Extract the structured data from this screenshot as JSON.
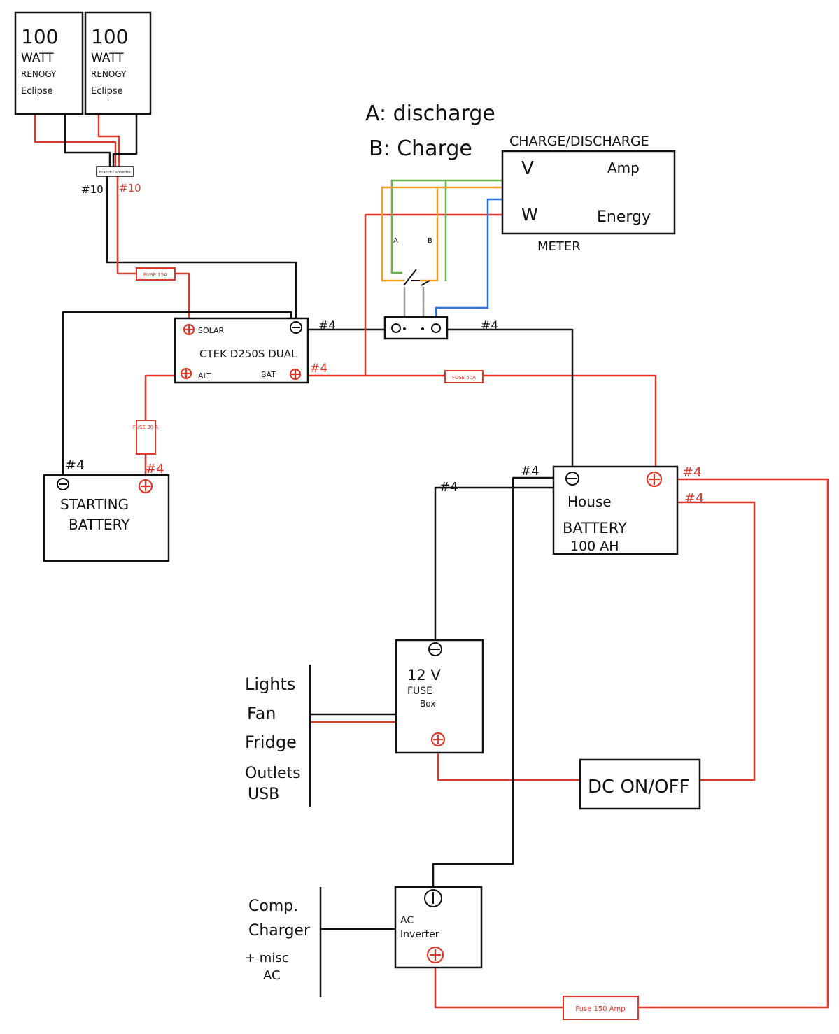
{
  "panels": [
    {
      "line1": "100",
      "line2": "WATT",
      "line3": "RENOGY",
      "line4": "Eclipse"
    },
    {
      "line1": "100",
      "line2": "WATT",
      "line3": "RENOGY",
      "line4": "Eclipse"
    }
  ],
  "combiner": {
    "label": "Branch Connector"
  },
  "legend": {
    "a": "A: discharge",
    "b": "B: Charge"
  },
  "meter": {
    "title": "CHARGE/DISCHARGE",
    "v": "V",
    "amp": "Amp",
    "w": "W",
    "energy": "Energy",
    "caption": "METER"
  },
  "switch_labels": {
    "a": "A",
    "b": "B"
  },
  "ctek": {
    "title": "CTEK D250S DUAL",
    "solar": "SOLAR",
    "alt": "ALT",
    "bat": "BAT"
  },
  "fuses": {
    "solar": "FUSE 15A",
    "bat": "FUSE 50A",
    "alt": "FUSE 30 A",
    "inverter": "Fuse 150 Amp"
  },
  "gauges": {
    "pv_neg": "#10",
    "pv_pos": "#10",
    "ctek_neg": "#4",
    "ctek_bat": "#4",
    "shunt_out": "#4",
    "start_neg": "#4",
    "start_pos": "#4",
    "house_neg": "#4",
    "fusebox_neg": "#4",
    "house_pos_1": "#4",
    "house_pos_2": "#4"
  },
  "starting_battery": {
    "line1": "STARTING",
    "line2": "BATTERY"
  },
  "house_battery": {
    "line1": "House",
    "line2": "BATTERY",
    "line3": "100 AH"
  },
  "fuse_box": {
    "line1": "12 V",
    "line2": "FUSE",
    "line3": "Box"
  },
  "dc_switch": {
    "label": "DC ON/OFF"
  },
  "dc_loads": [
    "Lights",
    "Fan",
    "Fridge",
    "Outlets",
    "USB"
  ],
  "inverter": {
    "line1": "AC",
    "line2": "Inverter"
  },
  "ac_loads": [
    "Comp.",
    "Charger",
    "+ misc",
    "AC"
  ]
}
